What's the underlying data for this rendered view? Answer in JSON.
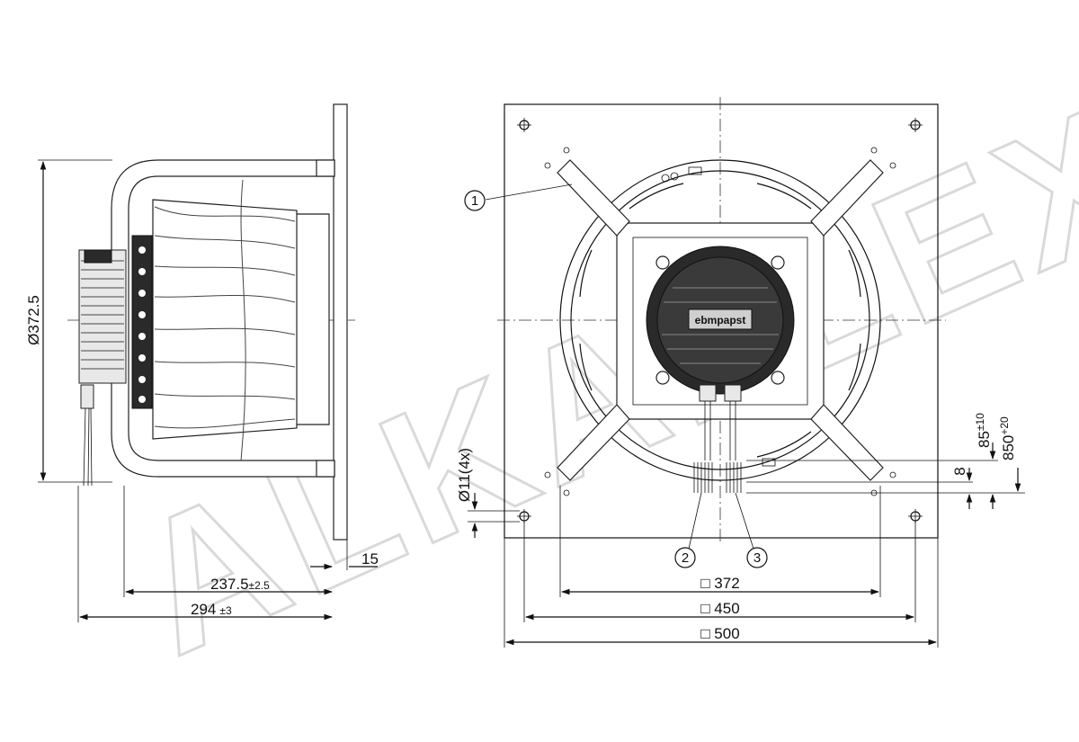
{
  "watermark": "ALKAFLEX",
  "side_view": {
    "dim_diameter": "Ø372.5",
    "dim_flange": "15",
    "dim_depth_inner": {
      "value": "237.5",
      "tolerance": "±2.5"
    },
    "dim_depth_total": {
      "value": "294",
      "tolerance": "±3"
    }
  },
  "front_view": {
    "callouts": [
      "1",
      "2",
      "3"
    ],
    "dim_hole": "Ø11(4x)",
    "dim_8": "8",
    "dim_85": {
      "value": "85",
      "tolerance": "±10"
    },
    "dim_850": {
      "value": "850",
      "tolerance": "+20"
    },
    "dim_372": "□ 372",
    "dim_450": "□ 450",
    "dim_500": "□ 500",
    "brand_label": "ebmpapst"
  }
}
